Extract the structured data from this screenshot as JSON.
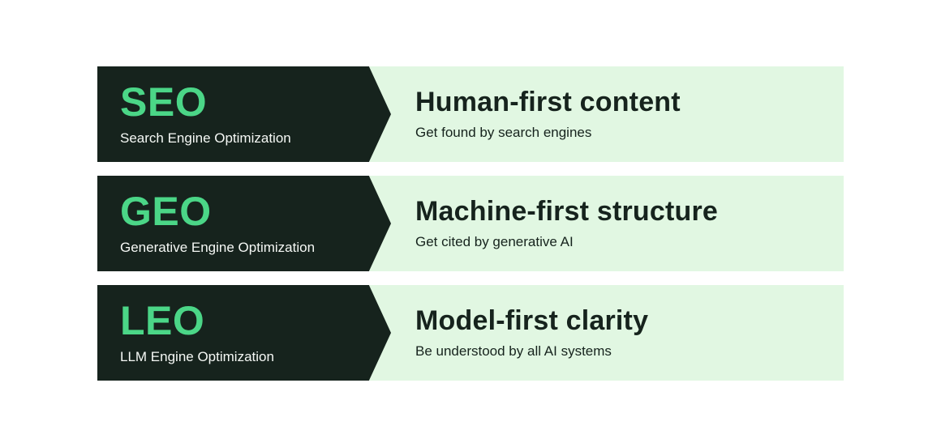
{
  "colors": {
    "page_bg": "#ffffff",
    "dark_panel": "#16231d",
    "light_panel": "#e1f7e2",
    "acronym_green": "#4bd687",
    "dark_text": "#16231d",
    "light_text": "#f5f8f5"
  },
  "rows": [
    {
      "acronym": "SEO",
      "acronym_full": "Search Engine Optimization",
      "title": "Human-first content",
      "subtitle": "Get found by search engines"
    },
    {
      "acronym": "GEO",
      "acronym_full": "Generative Engine Optimization",
      "title": "Machine-first structure",
      "subtitle": "Get cited by generative AI"
    },
    {
      "acronym": "LEO",
      "acronym_full": "LLM Engine Optimization",
      "title": "Model-first clarity",
      "subtitle": "Be understood by all AI systems"
    }
  ]
}
